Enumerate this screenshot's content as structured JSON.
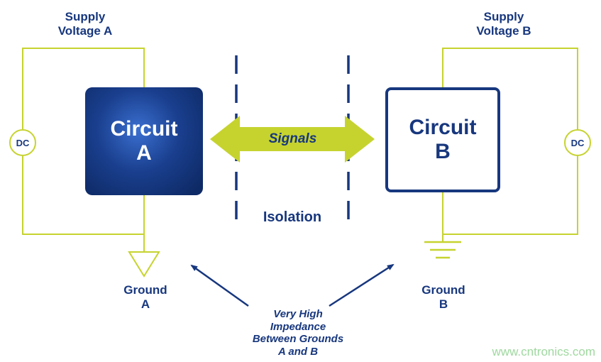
{
  "colors": {
    "navy": "#17377e",
    "lime": "#c6d32f",
    "watermark_green": "#9fd89f",
    "circuit_a_fill": "#163a85",
    "background": "#ffffff"
  },
  "supply_a": {
    "label": "Supply\nVoltage A"
  },
  "supply_b": {
    "label": "Supply\nVoltage B"
  },
  "dc_left": {
    "label": "DC"
  },
  "dc_right": {
    "label": "DC"
  },
  "circuit_a": {
    "label": "Circuit\nA"
  },
  "circuit_b": {
    "label": "Circuit\nB"
  },
  "signals": {
    "label": "Signals"
  },
  "isolation": {
    "label": "Isolation"
  },
  "ground_a": {
    "label": "Ground\nA"
  },
  "ground_b": {
    "label": "Ground\nB"
  },
  "impedance_note": {
    "label": "Very High\nImpedance\nBetween Grounds\nA and B"
  },
  "watermark": {
    "label": "www.cntronics.com"
  }
}
